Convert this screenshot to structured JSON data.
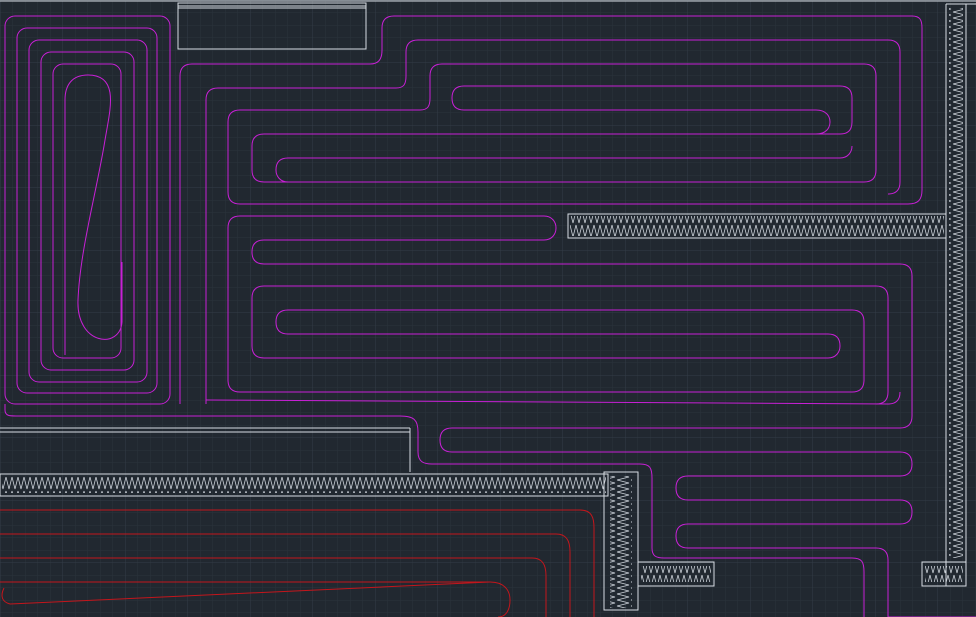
{
  "drawing": {
    "background_color": "#212830",
    "grid_minor_color": "#2b333c",
    "grid_major_color": "#343d47",
    "wall_color": "#d8dde3",
    "insulation_color": "#c9cfd6",
    "heating_loop_primary_color": "#c820d6",
    "heating_loop_secondary_color": "#c4161c"
  },
  "layers": {
    "walls": "walls",
    "insulation": "wall-insulation",
    "heating_primary": "underfloor-heating-magenta",
    "heating_secondary": "underfloor-heating-red"
  }
}
